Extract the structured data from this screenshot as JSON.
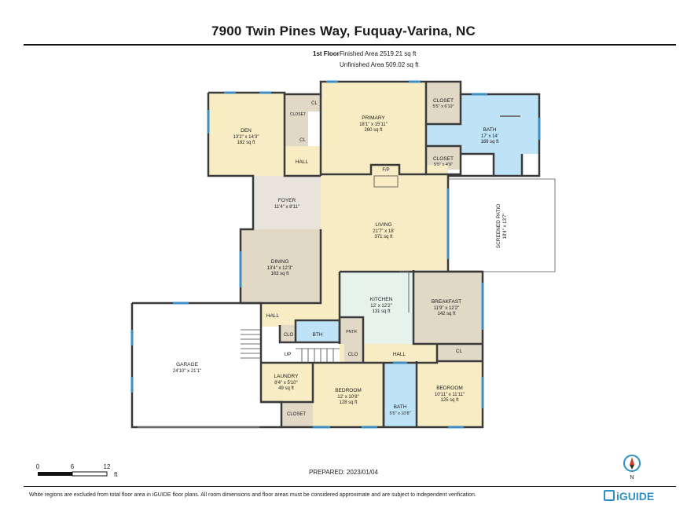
{
  "header": {
    "title": "7900 Twin Pines Way, Fuquay-Varina, NC",
    "floor": "1st Floor",
    "finished_area": "Finished Area 2519.21 sq ft",
    "unfinished_area": "Unfinished Area 509.02 sq ft"
  },
  "rooms": {
    "den": {
      "name": "DEN",
      "dims": "13'2\" x 14'3\"",
      "area": "182 sq ft"
    },
    "primary": {
      "name": "PRIMARY",
      "dims": "18'1\" x 15'11\"",
      "area": "260 sq ft"
    },
    "bath_primary": {
      "name": "BATH",
      "dims": "17' x 14'",
      "area": "169 sq ft"
    },
    "closet_top": {
      "name": "CLOSET",
      "dims": "5'5\" x 6'10\""
    },
    "closet_lower": {
      "name": "CLOSET",
      "dims": "5'5\" x 4'9\""
    },
    "closet_den": {
      "name": "CLOSET"
    },
    "cl_den_1": {
      "name": "CL"
    },
    "cl_den_2": {
      "name": "CL"
    },
    "hall_den": {
      "name": "HALL"
    },
    "fp": {
      "name": "F/P"
    },
    "foyer": {
      "name": "FOYER",
      "dims": "11'4\" x 8'11\""
    },
    "living": {
      "name": "LIVING",
      "dims": "21'7\" x 18'",
      "area": "371 sq ft"
    },
    "screened_patio": {
      "name": "SCREENED PATIO",
      "dims": "18'4\" x 13'7\""
    },
    "dining": {
      "name": "DINING",
      "dims": "13'4\" x 12'3\"",
      "area": "163 sq ft"
    },
    "kitchen": {
      "name": "KITCHEN",
      "dims": "12' x 12'2\"",
      "area": "131 sq ft"
    },
    "breakfast": {
      "name": "BREAKFAST",
      "dims": "11'9\" x 12'2\"",
      "area": "142 sq ft"
    },
    "garage": {
      "name": "GARAGE",
      "dims": "24'10\" x 21'1\""
    },
    "hall_garage": {
      "name": "HALL"
    },
    "clo_1": {
      "name": "CLO"
    },
    "bth": {
      "name": "BTH"
    },
    "pntr": {
      "name": "PNTR"
    },
    "up": {
      "name": "UP"
    },
    "clo_2": {
      "name": "CLO"
    },
    "hall_main": {
      "name": "HALL"
    },
    "cl_bed2": {
      "name": "CL"
    },
    "laundry": {
      "name": "LAUNDRY",
      "dims": "8'4\" x 5'10\"",
      "area": "49 sq ft"
    },
    "closet_laundry": {
      "name": "CLOSET"
    },
    "bedroom1": {
      "name": "BEDROOM",
      "dims": "12' x 10'8\"",
      "area": "128 sq ft"
    },
    "bath_small": {
      "name": "BATH",
      "dims": "5'5\" x 10'8\""
    },
    "bedroom2": {
      "name": "BEDROOM",
      "dims": "10'11\" x 11'11\"",
      "area": "125 sq ft"
    }
  },
  "scale": {
    "labels": [
      "0",
      "6",
      "12"
    ],
    "unit": "ft"
  },
  "compass": {
    "label": "N"
  },
  "footer": {
    "prepared": "PREPARED: 2023/01/04",
    "disclaimer": "White regions are excluded from total floor area in iGUIDE floor plans. All room dimensions and floor areas must be considered approximate and are subject to independent verification.",
    "logo": "iGUIDE"
  },
  "colors": {
    "wall": "#3a3a3a",
    "window": "#3f8fc4",
    "beige": "#f8ecc4",
    "grey": "#e8e4dc",
    "taupe": "#e2d8c6",
    "blue": "#bfe3f6",
    "mint": "#e6f2ec",
    "white": "#ffffff"
  }
}
